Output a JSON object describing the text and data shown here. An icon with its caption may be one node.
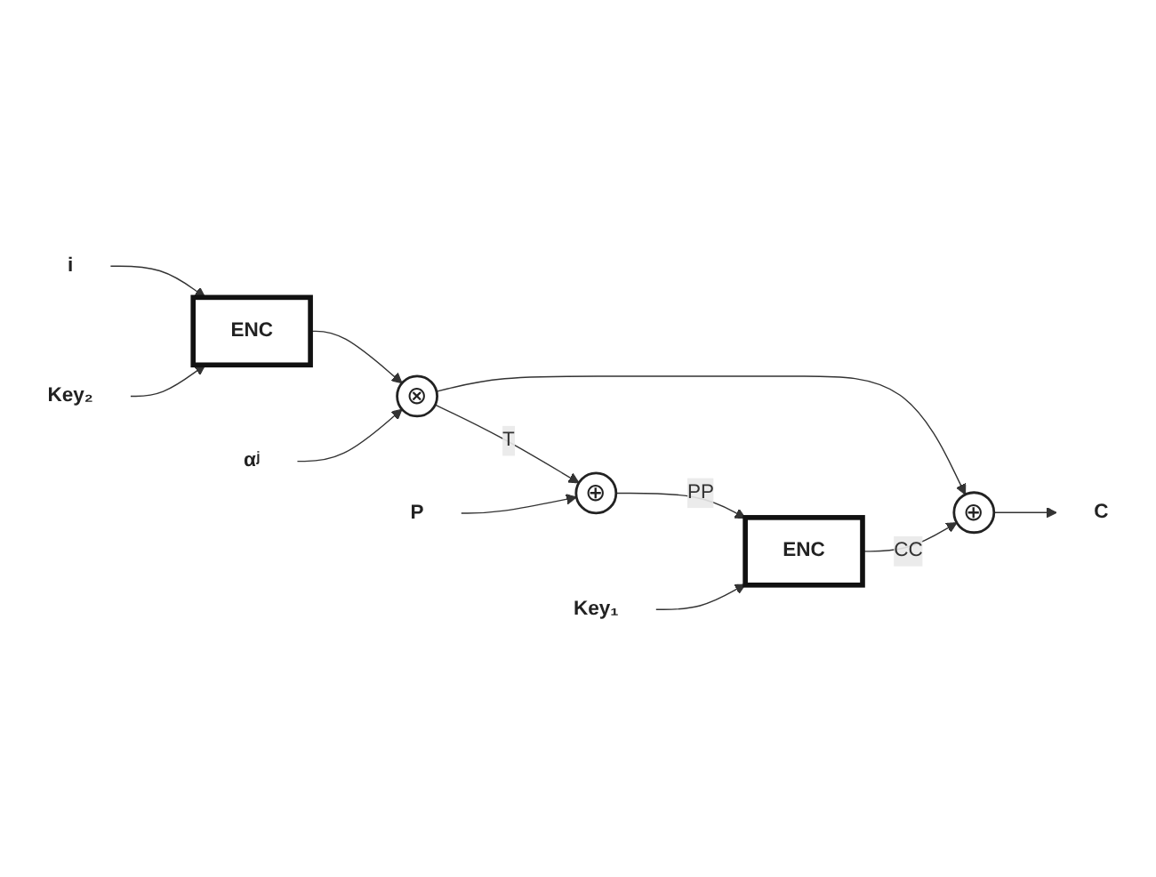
{
  "diagram": {
    "nodes": [
      {
        "text": [
          "i"
        ]
      },
      {
        "text": [
          "Key₂"
        ]
      },
      {
        "text": [
          "ENC"
        ]
      },
      {
        "text": [
          "αʲ"
        ]
      },
      {
        "text": [
          "⊗"
        ]
      },
      {
        "text": [
          "P"
        ]
      },
      {
        "text": [
          "⊕"
        ]
      },
      {
        "text": [
          "ENC"
        ]
      },
      {
        "text": [
          "Key₁"
        ]
      },
      {
        "text": [
          "⊕"
        ]
      },
      {
        "text": [
          "C"
        ]
      }
    ],
    "edges": [
      {
        "from": 0,
        "to": 2,
        "arrow": "to"
      },
      {
        "from": 1,
        "to": 2,
        "arrow": "to"
      },
      {
        "from": 2,
        "to": 4,
        "arrow": "to"
      },
      {
        "from": 3,
        "to": 4,
        "arrow": "to"
      },
      {
        "from": 4,
        "to": 6,
        "label": "T",
        "arrow": "to"
      },
      {
        "from": 4,
        "to": 9,
        "arrow": "to"
      },
      {
        "from": 5,
        "to": 6,
        "arrow": "to"
      },
      {
        "from": 6,
        "to": 7,
        "label": "PP",
        "arrow": "to"
      },
      {
        "from": 8,
        "to": 7,
        "arrow": "to"
      },
      {
        "from": 7,
        "to": 9,
        "label": "CC",
        "arrow": "to"
      },
      {
        "from": 9,
        "to": 10,
        "arrow": "to"
      }
    ]
  }
}
